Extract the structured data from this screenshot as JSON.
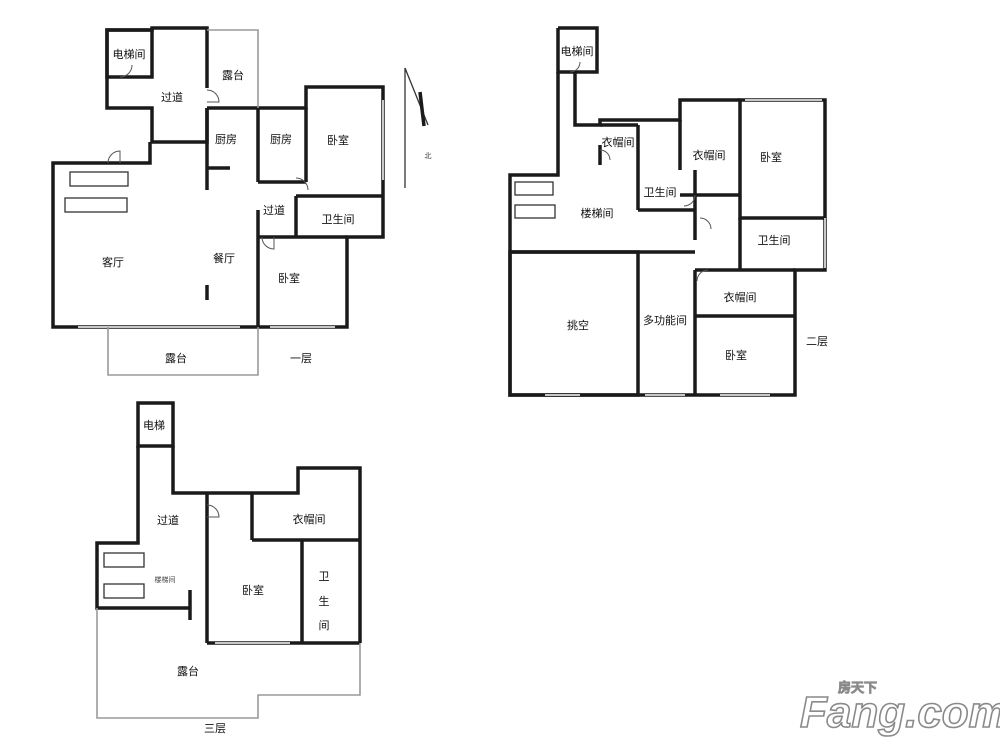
{
  "floor1": {
    "floor_label": "一层",
    "rooms": {
      "elevator": "电梯间",
      "terrace_top": "露台",
      "corridor_top": "过道",
      "kitchen_a": "厨房",
      "kitchen_b": "厨房",
      "bedroom_top": "卧室",
      "corridor_mid": "过道",
      "bathroom": "卫生间",
      "living_room": "客厅",
      "dining_room": "餐厅",
      "bedroom_bottom": "卧室",
      "terrace_bottom": "露台"
    },
    "north_label": "北"
  },
  "floor2": {
    "floor_label": "二层",
    "rooms": {
      "elevator": "电梯间",
      "cloakroom_small": "衣帽间",
      "cloakroom_top": "衣帽间",
      "bedroom_top": "卧室",
      "bathroom_mid": "卫生间",
      "stairwell": "楼梯间",
      "bathroom_right": "卫生间",
      "void": "挑空",
      "multipurpose": "多功能间",
      "cloakroom_bottom": "衣帽间",
      "bedroom_bottom": "卧室"
    }
  },
  "floor3": {
    "floor_label": "三层",
    "rooms": {
      "elevator": "电梯",
      "corridor": "过道",
      "cloakroom": "衣帽间",
      "stairwell": "楼梯间",
      "bedroom": "卧室",
      "bathroom_1": "卫",
      "bathroom_2": "生",
      "bathroom_3": "间",
      "terrace": "露台"
    }
  },
  "watermark": {
    "brand_top": "房天下",
    "brand_main": "Fang.com"
  }
}
